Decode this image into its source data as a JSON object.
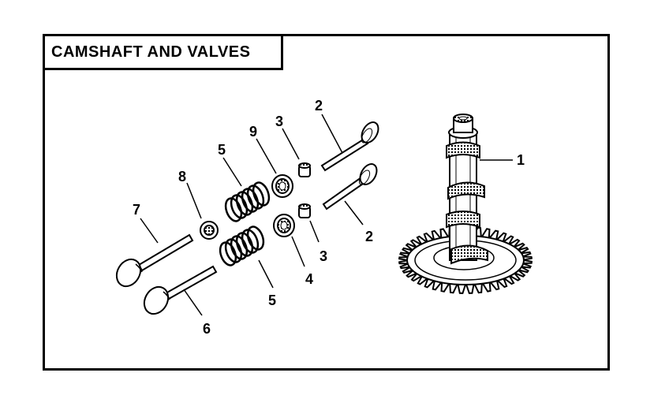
{
  "title": "CAMSHAFT AND VALVES",
  "callouts": {
    "c1": "1",
    "c2a": "2",
    "c2b": "2",
    "c3a": "3",
    "c3b": "3",
    "c4": "4",
    "c5a": "5",
    "c5b": "5",
    "c6": "6",
    "c7": "7",
    "c8": "8",
    "c9": "9"
  }
}
